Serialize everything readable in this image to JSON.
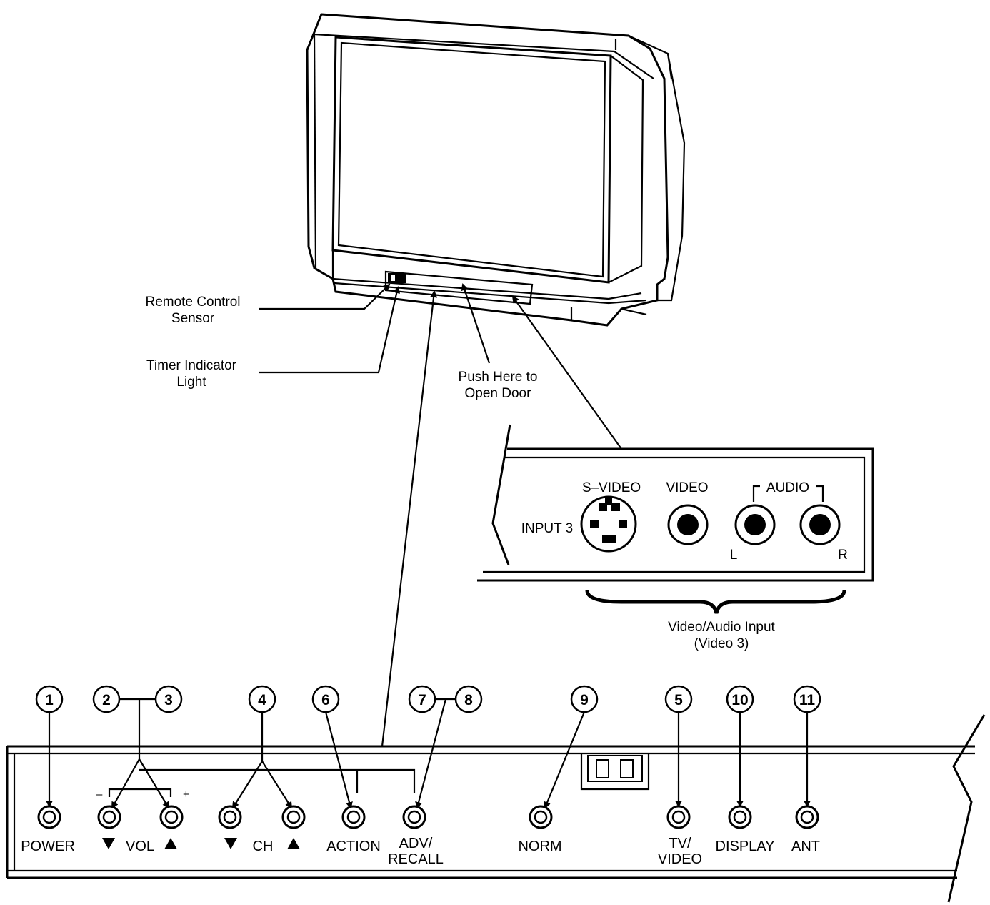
{
  "callouts": {
    "remote_sensor": [
      "Remote Control",
      "Sensor"
    ],
    "timer_light": [
      "Timer Indicator",
      "Light"
    ],
    "push_door": [
      "Push Here to",
      "Open Door"
    ]
  },
  "input_panel": {
    "s_video": "S–VIDEO",
    "video": "VIDEO",
    "audio": "AUDIO",
    "input": "INPUT 3",
    "left": "L",
    "right": "R",
    "caption": [
      "Video/Audio Input",
      "(Video 3)"
    ]
  },
  "front_panel": {
    "numbers": [
      "1",
      "2",
      "3",
      "4",
      "6",
      "7",
      "8",
      "9",
      "5",
      "10",
      "11"
    ],
    "minus": "–",
    "plus": "+",
    "labels": {
      "power": "POWER",
      "vol": "VOL",
      "ch": "CH",
      "action": "ACTION",
      "adv_recall": [
        "ADV/",
        "RECALL"
      ],
      "norm": "NORM",
      "tv_video": [
        "TV/",
        "VIDEO"
      ],
      "display": "DISPLAY",
      "ant": "ANT"
    }
  }
}
